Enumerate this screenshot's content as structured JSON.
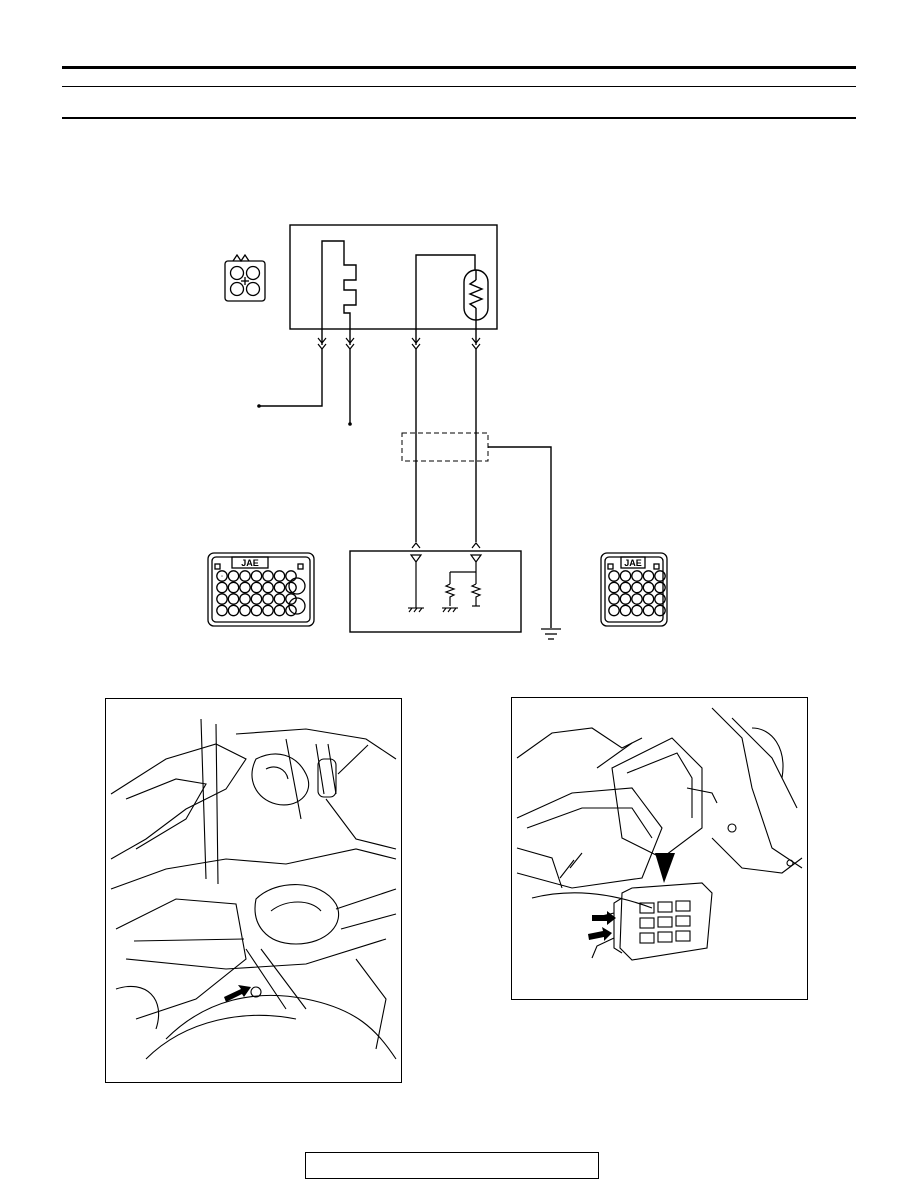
{
  "header": {
    "title": "",
    "subtitle": ""
  },
  "connectors": {
    "sensor_connector": {
      "label": ""
    },
    "ecm_connector_left": {
      "label": "JAE"
    },
    "ecm_connector_right": {
      "label": "JAE"
    }
  },
  "photos": {
    "left": {
      "description_icon": "oxygen-sensor-location-photo"
    },
    "right": {
      "description_icon": "ecm-connector-location-photo"
    }
  },
  "footer": {
    "page_label": ""
  }
}
